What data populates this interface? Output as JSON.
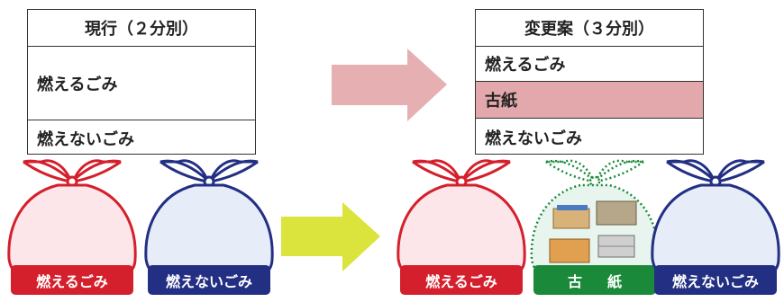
{
  "current": {
    "title": "現行（２分別）",
    "rows": [
      "燃えるごみ",
      "燃えないごみ"
    ]
  },
  "proposal": {
    "title": "変更案（３分別）",
    "rows": [
      "燃えるごみ",
      "古紙",
      "燃えないごみ"
    ]
  },
  "bags": {
    "current_burnable": "燃えるごみ",
    "current_nonburnable": "燃えないごみ",
    "new_burnable": "燃えるごみ",
    "new_paper_1": "古",
    "new_paper_2": "紙",
    "new_nonburnable": "燃えないごみ"
  },
  "colors": {
    "burnable": "#d4202c",
    "nonburnable": "#232f83",
    "paper": "#1a8a3a",
    "highlight_row": "#e2a8ab",
    "top_arrow": "#e6b0b2",
    "bottom_arrow": "#dbe43c"
  }
}
